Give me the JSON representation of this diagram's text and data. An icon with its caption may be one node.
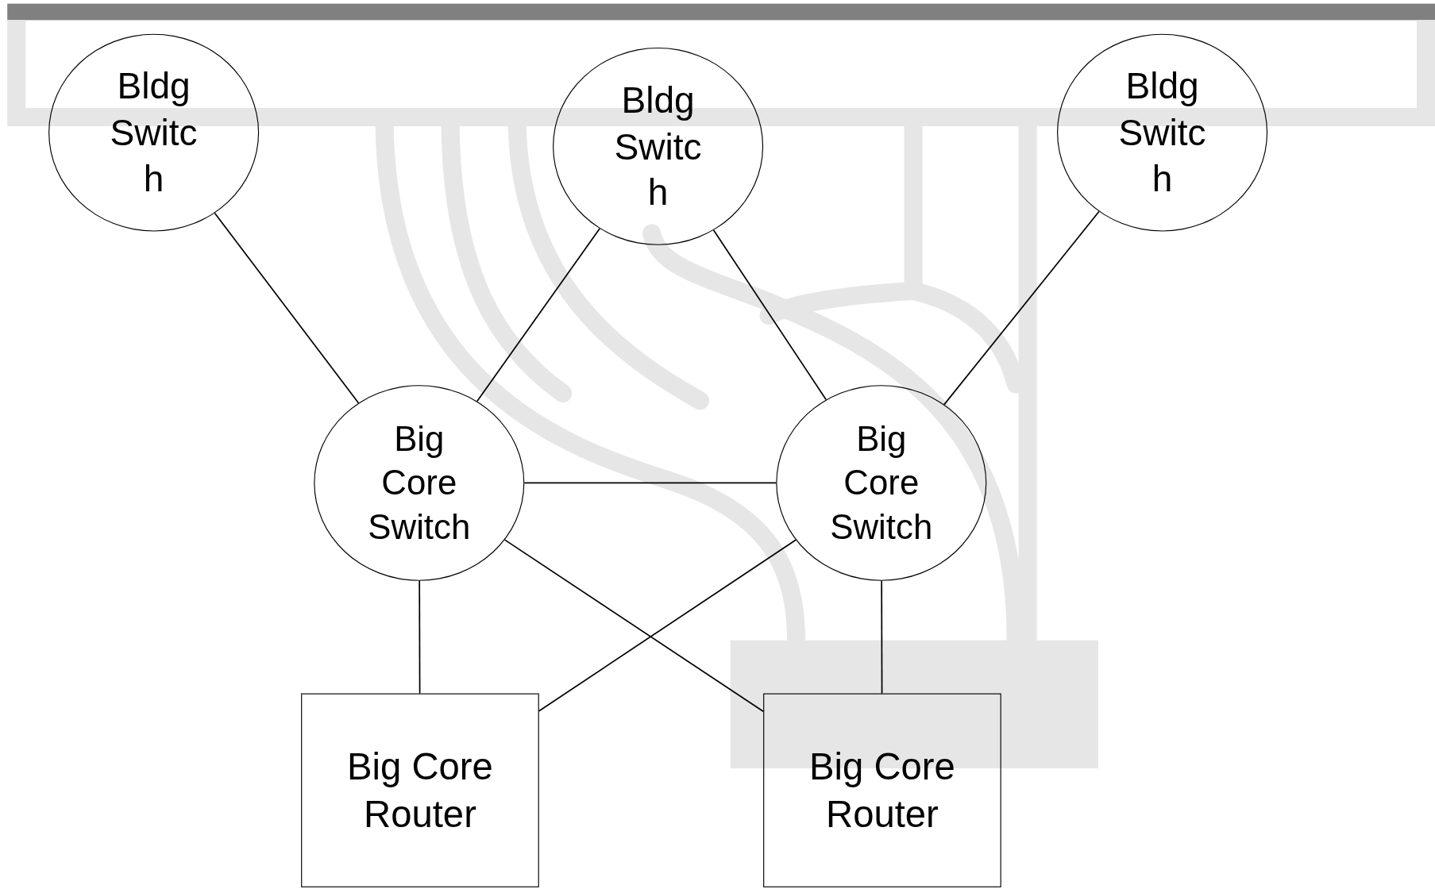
{
  "diagram": {
    "nodes": [
      {
        "text": [
          "Bldg Switch"
        ]
      },
      {
        "text": [
          "Bldg Switch"
        ]
      },
      {
        "text": [
          "Bldg Switch"
        ]
      },
      {
        "text": [
          "Big Core Switch"
        ]
      },
      {
        "text": [
          "Big Core Switch"
        ]
      },
      {
        "text": [
          "Big Core Router"
        ]
      },
      {
        "text": [
          "Big Core Router"
        ]
      }
    ],
    "edges": [
      {
        "from": 0,
        "to": 3,
        "arrow": "none"
      },
      {
        "from": 1,
        "to": 3,
        "arrow": "none"
      },
      {
        "from": 1,
        "to": 4,
        "arrow": "none"
      },
      {
        "from": 2,
        "to": 4,
        "arrow": "none"
      },
      {
        "from": 3,
        "to": 4,
        "arrow": "none"
      },
      {
        "from": 3,
        "to": 5,
        "arrow": "none"
      },
      {
        "from": 3,
        "to": 6,
        "arrow": "none"
      },
      {
        "from": 4,
        "to": 5,
        "arrow": "none"
      },
      {
        "from": 4,
        "to": 6,
        "arrow": "none"
      }
    ]
  }
}
